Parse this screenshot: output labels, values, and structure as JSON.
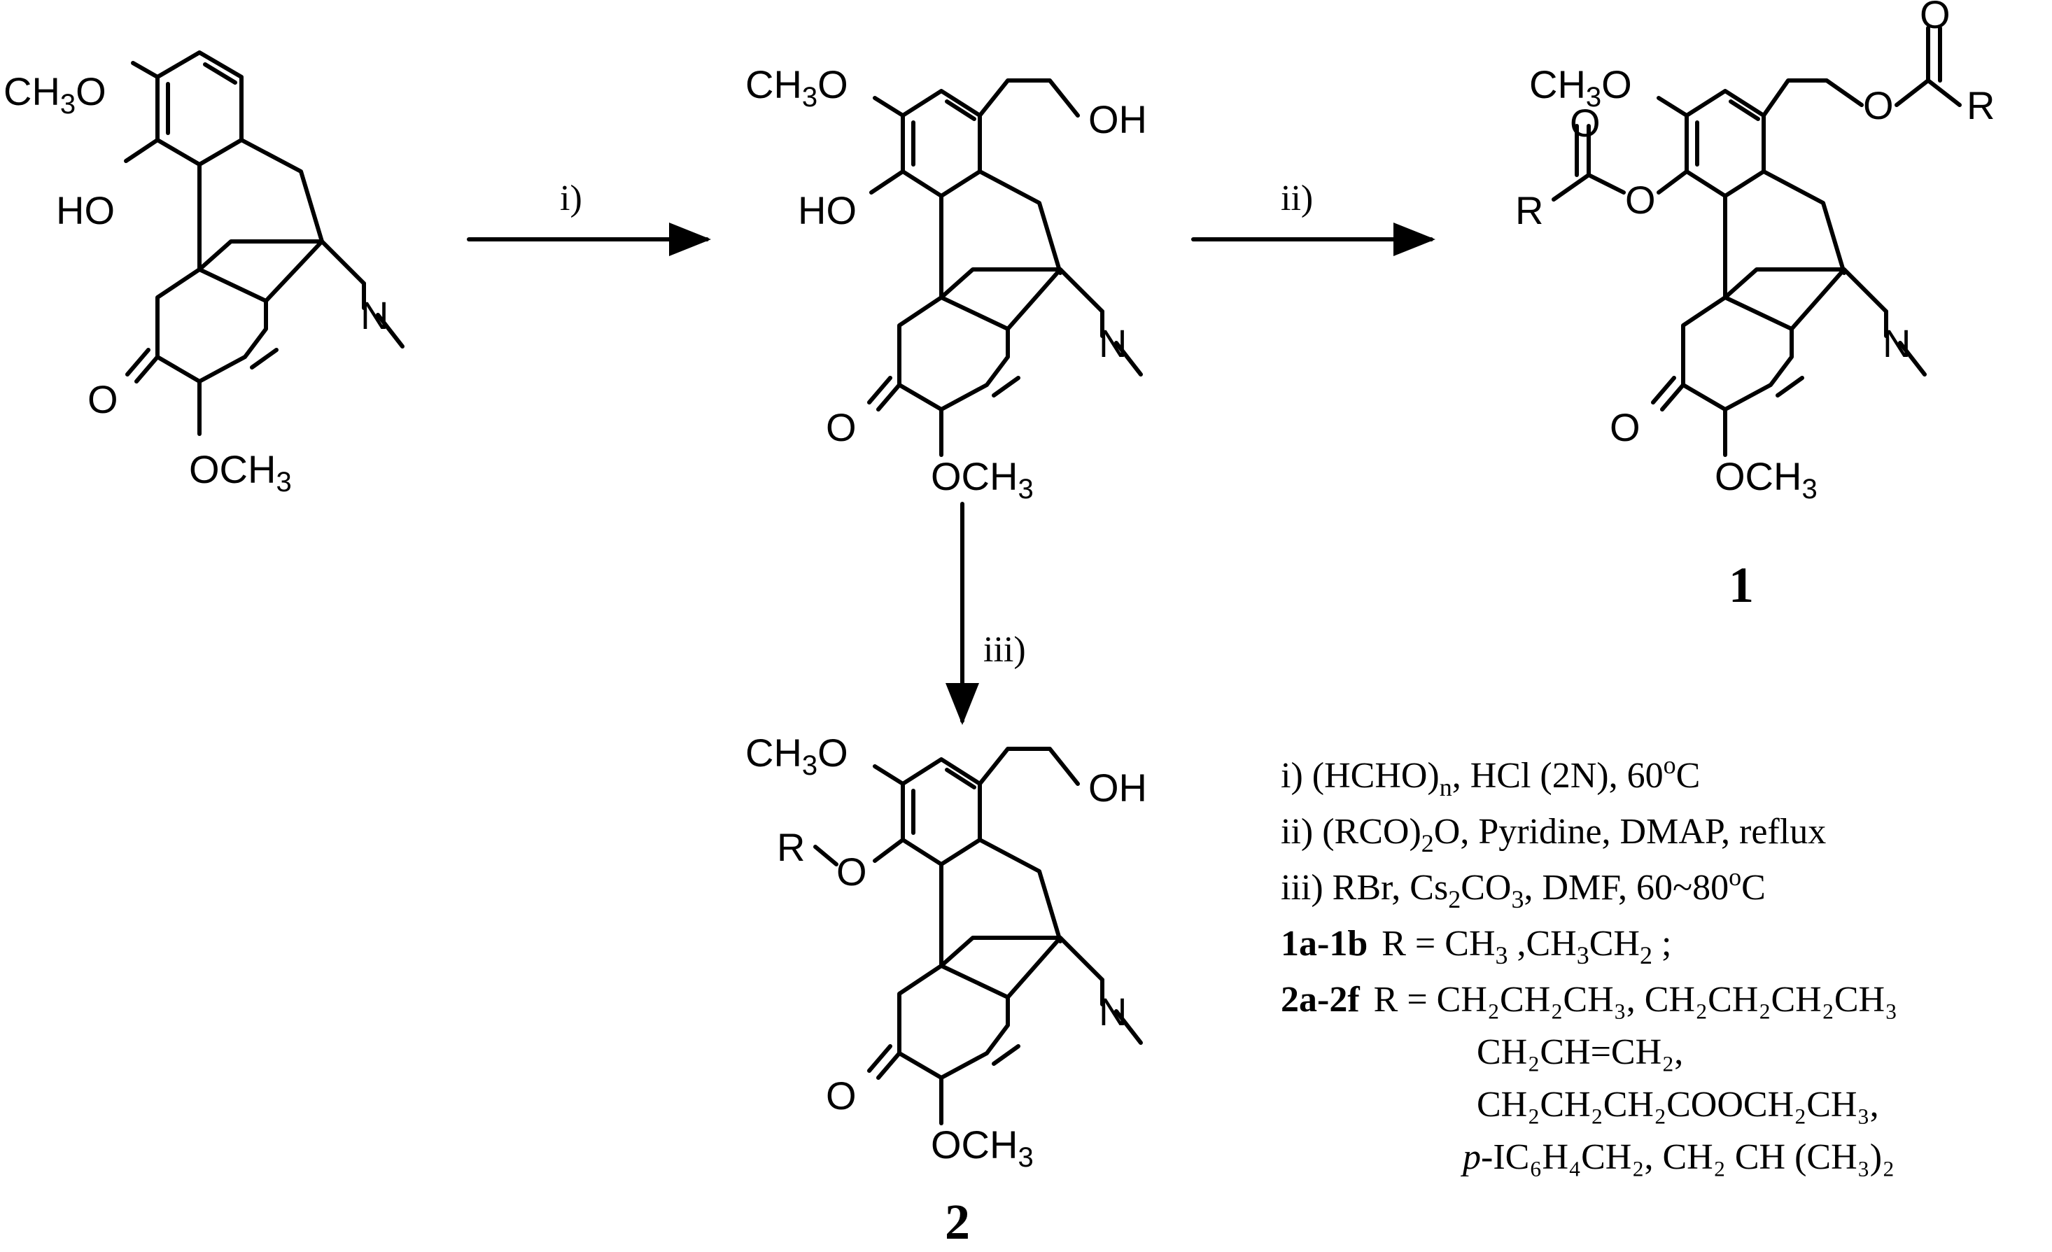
{
  "atoms": {
    "och3_top": "CH",
    "och3_top_sub": "3",
    "och3_top_o": "O",
    "ho": "HO",
    "o_ketone": "O",
    "och3_bottom": "OCH",
    "och3_bottom_sub": "3",
    "n": "N",
    "oh": "OH",
    "o_ester": "O",
    "o_carbonyl": "O",
    "r": "R",
    "r_o": "R",
    "o_ether": "O"
  },
  "arrows": {
    "step_i": "i)",
    "step_ii": "ii)",
    "step_iii": "iii)"
  },
  "compounds": {
    "product_1": "1",
    "product_2": "2"
  },
  "conditions": {
    "i_prefix": "i)  (HCHO)",
    "i_sub": "n",
    "i_rest": ", HCl (2N), 60",
    "i_sup": "o",
    "i_end": "C",
    "ii_prefix": "ii) (RCO)",
    "ii_sub": "2",
    "ii_rest": "O, Pyridine, DMAP, reflux",
    "iii_prefix": "iii) RBr, Cs",
    "iii_sub1": "2",
    "iii_mid": "CO",
    "iii_sub2": "3",
    "iii_rest": ", DMF, 60~80",
    "iii_sup": "o",
    "iii_end": "C",
    "r1_label": "1a-1b",
    "r1_text": "R = CH",
    "r1_sub1": "3",
    "r1_mid": " ,CH",
    "r1_sub2": "3",
    "r1_mid2": "CH",
    "r1_sub3": "2",
    "r1_end": " ;",
    "r2_label": "2a-2f",
    "r2_line1": "R = CH₂CH₂CH₃,  CH₂CH₂CH₂CH₃",
    "r2_line2": "CH₂CH=CH₂,",
    "r2_line3": "CH₂CH₂CH₂COOCH₂CH₃,",
    "r2_line4_ital": "p",
    "r2_line4": "-IC₆H₄CH₂,  CH₂ CH (CH₃)₂"
  }
}
